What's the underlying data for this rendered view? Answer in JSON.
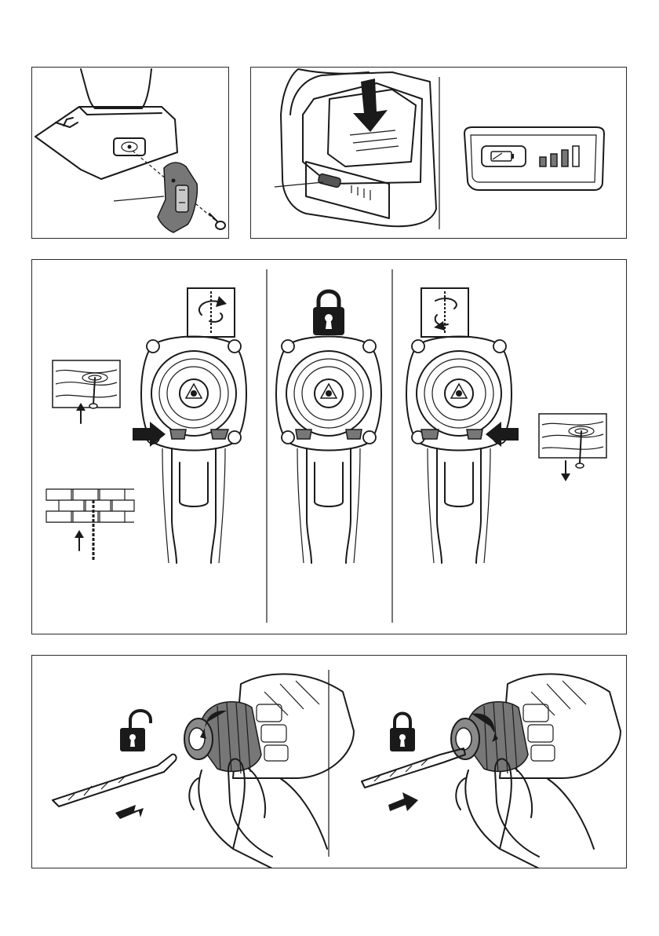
{
  "figures": [
    {
      "id": "belt-clip-attachment",
      "caption": ""
    },
    {
      "id": "battery-level-check",
      "caption": ""
    },
    {
      "id": "rotation-direction-switch",
      "caption": ""
    },
    {
      "id": "keyless-chuck-bit-change",
      "caption": ""
    }
  ],
  "battery_indicator": {
    "bars": 4,
    "button_icon": "battery-icon"
  },
  "direction_modes": [
    "forward",
    "lock",
    "reverse"
  ],
  "chuck_steps": [
    "unlock-remove",
    "insert-lock"
  ],
  "colors": {
    "line": "#1a1a1a",
    "part_gray": "#777777",
    "accent_gray": "#c8c8c8"
  }
}
